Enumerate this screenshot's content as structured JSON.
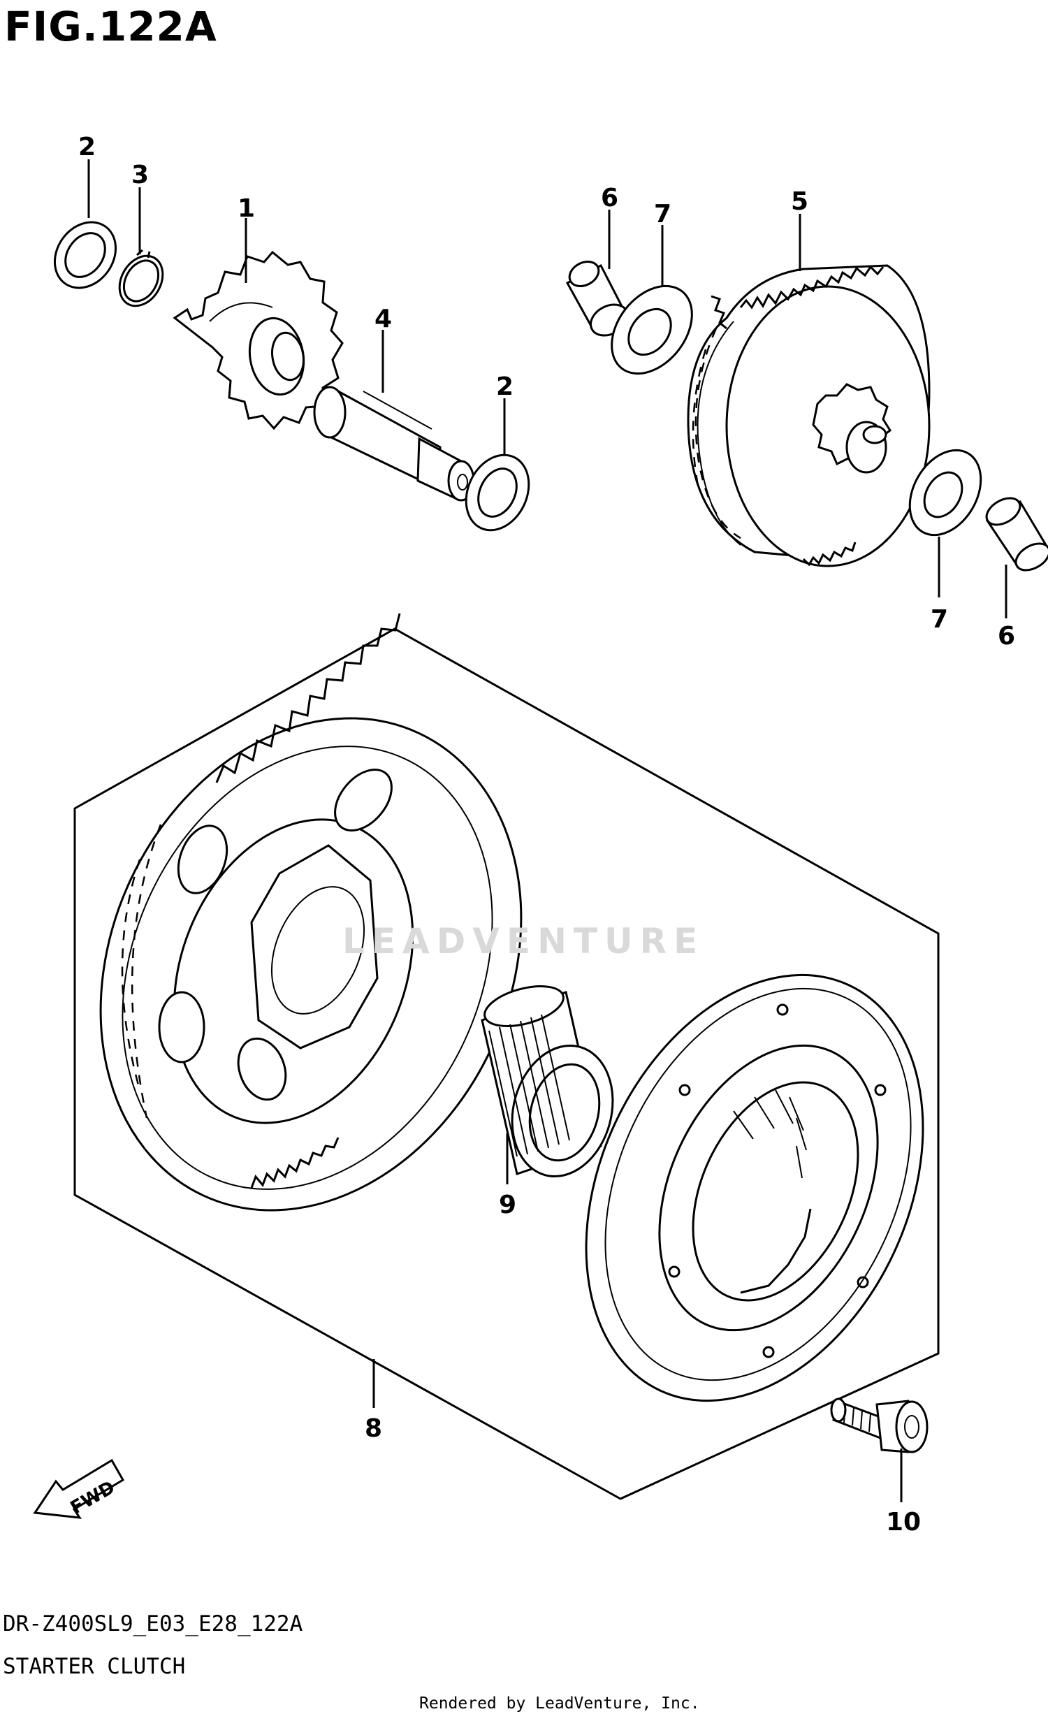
{
  "figure": {
    "title": "FIG.122A",
    "model_code": "DR-Z400SL9_E03_E28_122A",
    "subtitle": "STARTER CLUTCH",
    "rendered_by": "Rendered by LeadVenture, Inc.",
    "watermark": "LEADVENTURE"
  },
  "callouts": [
    "1",
    "2",
    "3",
    "4",
    "2",
    "6",
    "7",
    "5",
    "7",
    "6",
    "9",
    "8",
    "10"
  ],
  "fwd_label": "FWD"
}
